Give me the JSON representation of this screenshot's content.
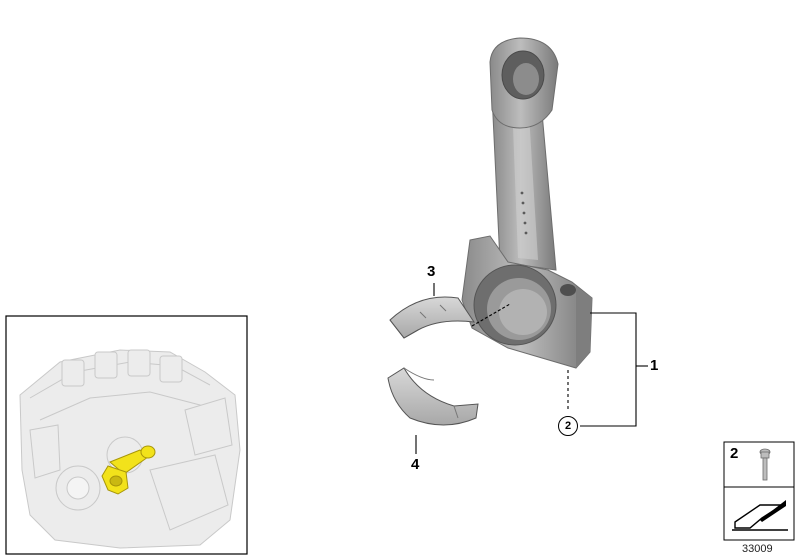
{
  "callouts": {
    "one": "1",
    "two_circled": "2",
    "three": "3",
    "four": "4"
  },
  "legend": {
    "part_number": "2"
  },
  "footer": {
    "ref_number": "33009"
  },
  "colors": {
    "rod_body": "#9c9c9c",
    "bearing_shell": "#c4c4c4",
    "highlight_part": "#f2e21b",
    "engine_ghost": "#e6e6e6",
    "outline": "#000000"
  }
}
